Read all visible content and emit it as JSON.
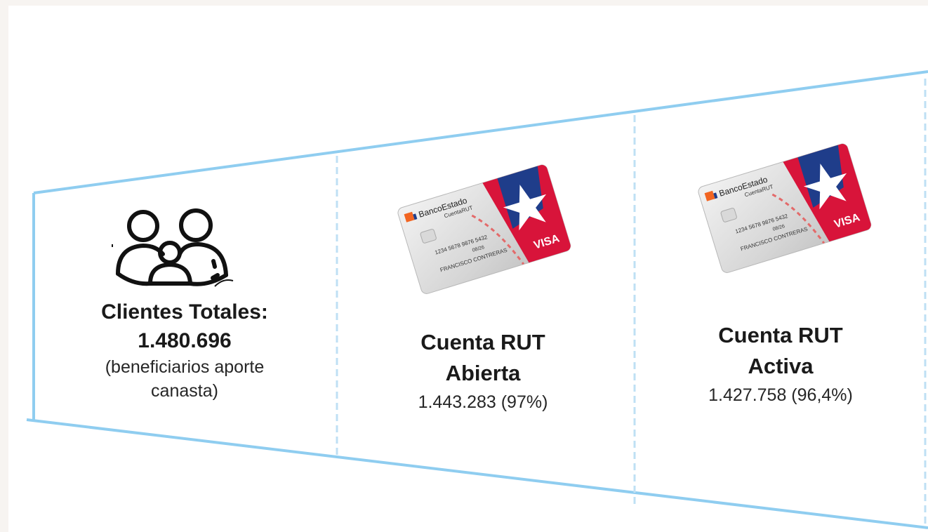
{
  "stages": [
    {
      "icon": "group-of-people-icon",
      "title": "Clientes Totales:",
      "value": "1.480.696",
      "note_line1": "(beneficiarios aporte",
      "note_line2": "canasta)"
    },
    {
      "icon": "cuenta-rut-card-image",
      "title_line1": "Cuenta RUT",
      "title_line2": "Abierta",
      "value": "1.443.283 (97%)"
    },
    {
      "icon": "cuenta-rut-card-image",
      "title_line1": "Cuenta RUT",
      "title_line2": "Activa",
      "value": "1.427.758 (96,4%)"
    }
  ],
  "card": {
    "brand": "BancoEstado",
    "product": "CuentaRUT",
    "number": "1234 5678 9876 5432",
    "expiry": "08/26",
    "holder": "FRANCISCO CONTRERAS",
    "network": "VISA"
  },
  "colors": {
    "funnel_line": "#8fcdf0",
    "divider": "#bfe0f4",
    "card_red": "#d8143a",
    "card_blue": "#1f3d8a"
  },
  "chart_data": {
    "type": "funnel",
    "categories": [
      "Clientes Totales",
      "Cuenta RUT Abierta",
      "Cuenta RUT Activa"
    ],
    "values": [
      1480696,
      1443283,
      1427758
    ],
    "percent_of_total": [
      100,
      97,
      96.4
    ]
  }
}
